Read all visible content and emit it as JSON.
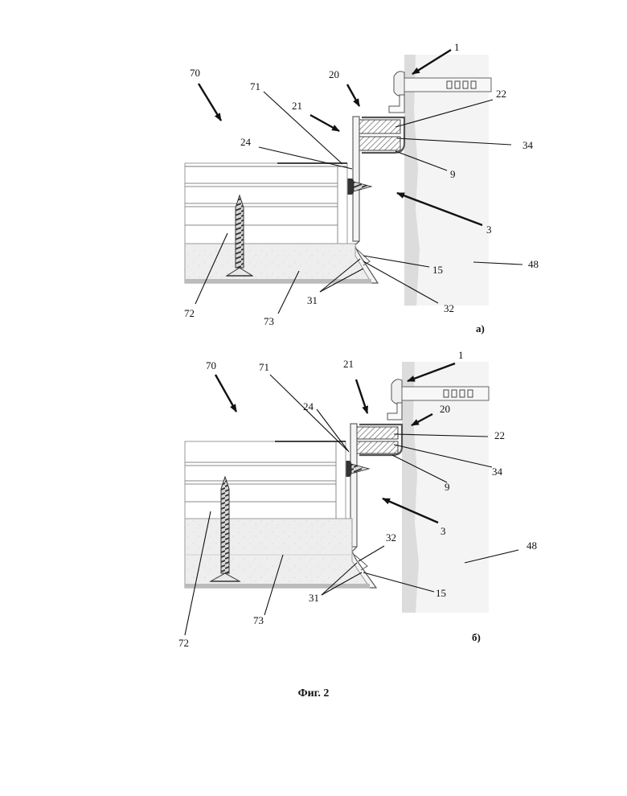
{
  "figure": {
    "caption": "Фиг. 2",
    "panel_a": {
      "tag": "а)",
      "labels": {
        "l1": "1",
        "l70": "70",
        "l20": "20",
        "l71": "71",
        "l21": "21",
        "l22": "22",
        "l24": "24",
        "l34": "34",
        "l9": "9",
        "l3": "3",
        "l15": "15",
        "l48": "48",
        "l31": "31",
        "l32": "32",
        "l72": "72",
        "l73": "73"
      }
    },
    "panel_b": {
      "tag": "б)",
      "labels": {
        "l1": "1",
        "l70": "70",
        "l71": "71",
        "l21": "21",
        "l20": "20",
        "l24": "24",
        "l22": "22",
        "l34": "34",
        "l9": "9",
        "l3": "3",
        "l48": "48",
        "l32": "32",
        "l15": "15",
        "l31": "31",
        "l72": "72",
        "l73": "73"
      }
    }
  }
}
